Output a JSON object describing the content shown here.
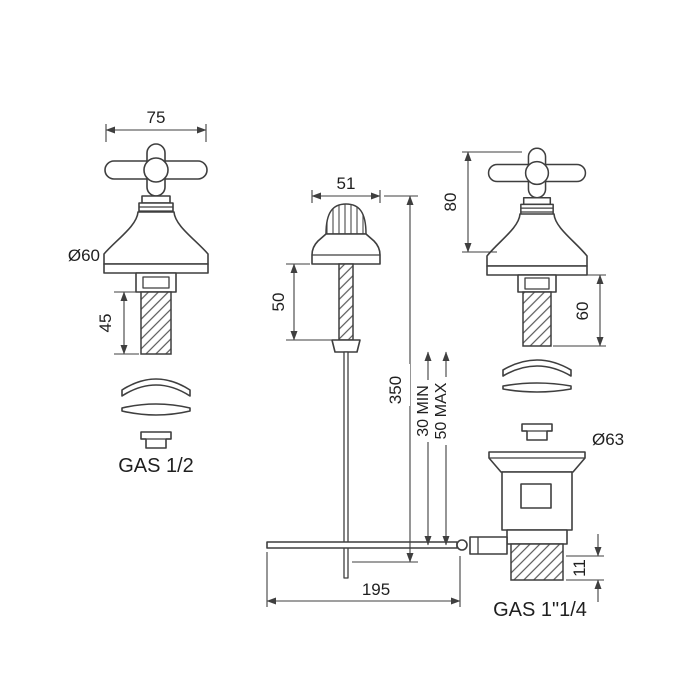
{
  "colors": {
    "background": "#ffffff",
    "line": "#3f3f3f",
    "text": "#1f1f1f"
  },
  "drawing": {
    "left_valve": {
      "handle_width": "75",
      "body_diameter": "Ø60",
      "thread_length": "45",
      "thread_spec": "GAS 1/2"
    },
    "popup_rod": {
      "knob_width": "51",
      "upper_rod_length": "50",
      "total_length": "350",
      "min_travel": "30 MIN",
      "max_travel": "50 MAX",
      "lever_length": "195"
    },
    "right_valve": {
      "overall_height": "80",
      "thread_length": "60"
    },
    "waste": {
      "flange_diameter": "Ø63",
      "outlet_height": "11",
      "thread_spec": "GAS 1\"1/4"
    }
  }
}
